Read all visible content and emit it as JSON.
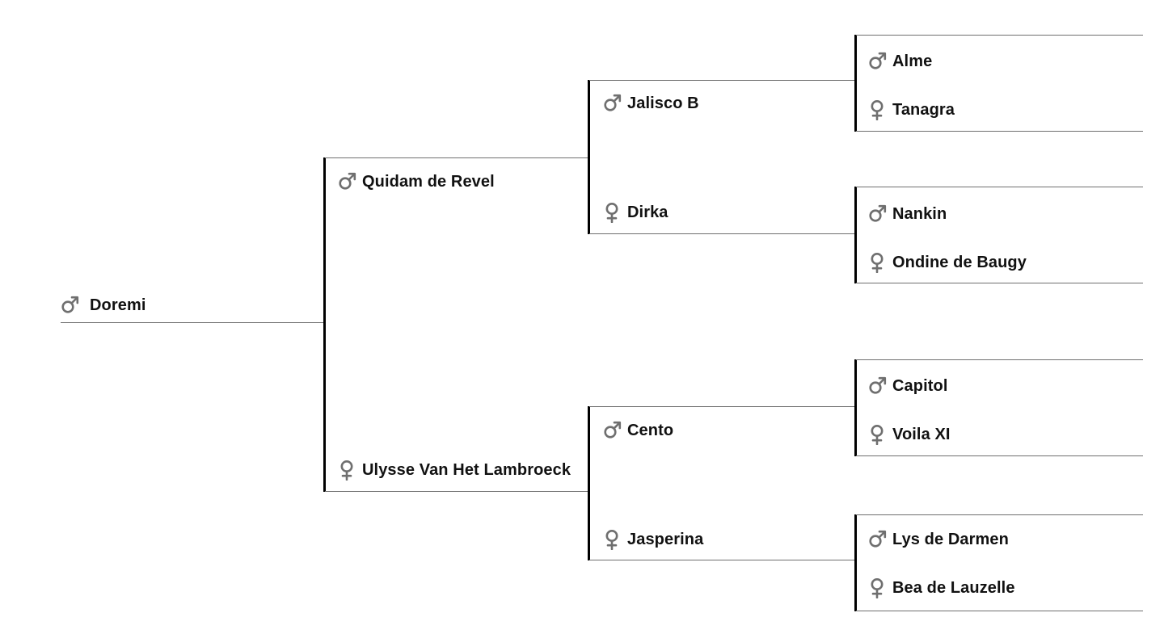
{
  "pedigree": {
    "subject": {
      "name": "Doremi",
      "sex": "male",
      "icon": "male-symbol-icon"
    },
    "sire": {
      "name": "Quidam de Revel",
      "sex": "male",
      "icon": "male-symbol-icon"
    },
    "dam": {
      "name": "Ulysse Van Het Lambroeck",
      "sex": "female",
      "icon": "female-symbol-icon"
    },
    "sire_sire": {
      "name": "Jalisco B",
      "sex": "male",
      "icon": "male-symbol-icon"
    },
    "sire_dam": {
      "name": "Dirka",
      "sex": "female",
      "icon": "female-symbol-icon"
    },
    "dam_sire": {
      "name": "Cento",
      "sex": "male",
      "icon": "male-symbol-icon"
    },
    "dam_dam": {
      "name": "Jasperina",
      "sex": "female",
      "icon": "female-symbol-icon"
    },
    "sire_sire_sire": {
      "name": "Alme",
      "sex": "male",
      "icon": "male-symbol-icon"
    },
    "sire_sire_dam": {
      "name": "Tanagra",
      "sex": "female",
      "icon": "female-symbol-icon"
    },
    "sire_dam_sire": {
      "name": "Nankin",
      "sex": "male",
      "icon": "male-symbol-icon"
    },
    "sire_dam_dam": {
      "name": "Ondine de Baugy",
      "sex": "female",
      "icon": "female-symbol-icon"
    },
    "dam_sire_sire": {
      "name": "Capitol",
      "sex": "male",
      "icon": "male-symbol-icon"
    },
    "dam_sire_dam": {
      "name": "Voila XI",
      "sex": "female",
      "icon": "female-symbol-icon"
    },
    "dam_dam_sire": {
      "name": "Lys de Darmen",
      "sex": "male",
      "icon": "male-symbol-icon"
    },
    "dam_dam_dam": {
      "name": "Bea de Lauzelle",
      "sex": "female",
      "icon": "female-symbol-icon"
    }
  },
  "colors": {
    "text": "#111111",
    "icon": "#6f6f6f",
    "bracket": "#000000",
    "connector": "#6f6f6f",
    "background": "#ffffff"
  }
}
